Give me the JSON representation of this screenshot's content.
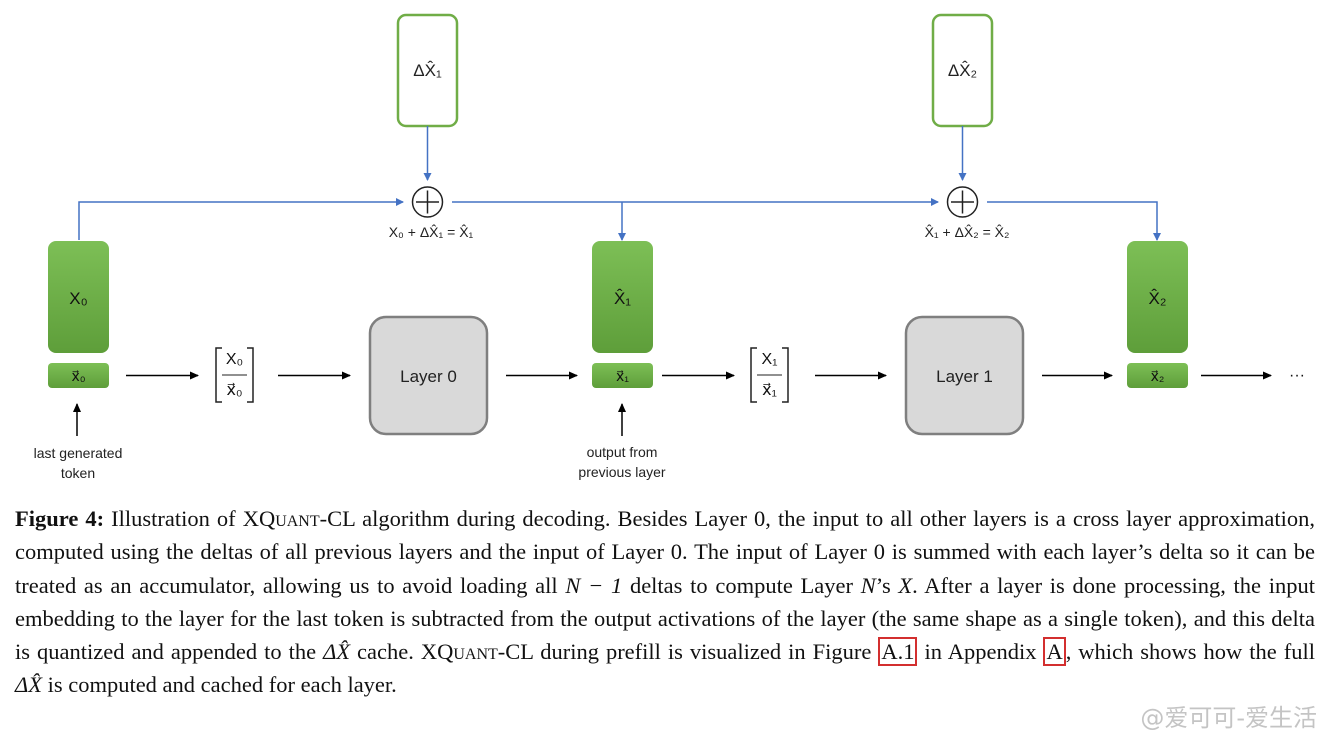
{
  "diagram": {
    "delta_boxes": [
      "ΔX̂₁",
      "ΔX̂₂"
    ],
    "sum_labels": [
      "X₀ + ΔX̂₁ = X̂₁",
      "X̂₁ + ΔX̂₂ = X̂₂"
    ],
    "cache_blocks": [
      "X₀",
      "X̂₁",
      "X̂₂"
    ],
    "token_blocks": [
      "x⃗₀",
      "x⃗₁",
      "x⃗₂"
    ],
    "stacked_inputs": [
      {
        "top": "X₀",
        "bottom": "x⃗₀"
      },
      {
        "top": "X₁",
        "bottom": "x⃗₁"
      }
    ],
    "layers": [
      "Layer 0",
      "Layer 1"
    ],
    "ellipsis": "···",
    "annotations": {
      "last_token": [
        "last generated",
        "token"
      ],
      "prev_layer": [
        "output from",
        "previous layer"
      ]
    },
    "colors": {
      "green": "#70AD47",
      "green_border": "#5A9A3A",
      "arrow_blue": "#4472C4",
      "layer_gray": "#D9D9D9",
      "ref_box": "#D32F2F"
    }
  },
  "caption": {
    "label": "Figure 4:",
    "p1": "Illustration of ",
    "name1_x": "X",
    "name1_q": "Quant",
    "name1_rest": "-CL",
    "p2": " algorithm during decoding. Besides Layer 0, the input to all other layers is a cross layer approximation, computed using the deltas of all previous layers and the input of Layer 0. The input of Layer 0 is summed with each layer’s delta so it can be treated as an accumulator, allowing us to avoid loading all ",
    "math_n1": "N − 1",
    "p3": " deltas to compute Layer ",
    "math_n": "N",
    "p4": "’s ",
    "math_x": "X",
    "p5": ". After a layer is done processing, the input embedding to the layer for the last token is subtracted from the output activations of the layer (the same shape as a single token), and this delta is quantized and appended to the ",
    "math_dx": "ΔX̂",
    "p6": " cache. ",
    "name2_x": "X",
    "name2_q": "Quant",
    "name2_rest": "-CL",
    "p7": " during prefill is visualized in Figure ",
    "ref1": "A.1",
    "p8": " in Appendix ",
    "ref2": "A",
    "p9": ", which shows how the full ",
    "math_dx2": "ΔX̂",
    "p10": " is computed and cached for each layer."
  },
  "watermark": "@爱可可-爱生活"
}
